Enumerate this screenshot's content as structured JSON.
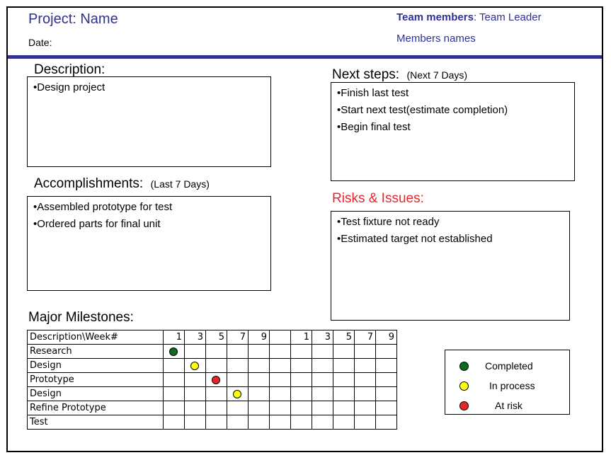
{
  "header": {
    "title": "Project: Name",
    "date_label": "Date:",
    "team_label": "Team members",
    "team_leader": ": Team Leader",
    "members": "Members names"
  },
  "description": {
    "heading": "Description:",
    "items": [
      "•Design project"
    ]
  },
  "next_steps": {
    "heading": "Next steps:",
    "sub": "(Next 7 Days)",
    "items": [
      "•Finish last test",
      "•Start next test(estimate completion)",
      "•Begin final test"
    ]
  },
  "accomplishments": {
    "heading": "Accomplishments:",
    "sub": "(Last 7 Days)",
    "items": [
      "•Assembled prototype for test",
      "•Ordered  parts for final unit"
    ]
  },
  "risks": {
    "heading": "Risks & Issues:",
    "items": [
      "•Test fixture not ready",
      "•Estimated target not established"
    ]
  },
  "milestones": {
    "heading": "Major Milestones:",
    "header_label": "Description\\Week#",
    "weeks": [
      "1",
      "3",
      "5",
      "7",
      "9",
      "",
      "1",
      "3",
      "5",
      "7",
      "9"
    ],
    "rows": [
      {
        "label": "Research",
        "marker_col": 0,
        "status": "completed"
      },
      {
        "label": "Design",
        "marker_col": 1,
        "status": "in_process"
      },
      {
        "label": "Prototype",
        "marker_col": 2,
        "status": "at_risk"
      },
      {
        "label": "Design",
        "marker_col": 3,
        "status": "in_process"
      },
      {
        "label": "Refine Prototype",
        "marker_col": null,
        "status": null
      },
      {
        "label": "Test",
        "marker_col": null,
        "status": null
      }
    ]
  },
  "legend": {
    "items": [
      {
        "status": "completed",
        "label": "Completed"
      },
      {
        "status": "in_process",
        "label": "In process"
      },
      {
        "status": "at_risk",
        "label": "At risk"
      }
    ]
  },
  "colors": {
    "accent": "#2e3192",
    "risk_heading": "#e8262a",
    "completed": "#0b6b1f",
    "in_process": "#ffff00",
    "at_risk": "#e8262a"
  }
}
